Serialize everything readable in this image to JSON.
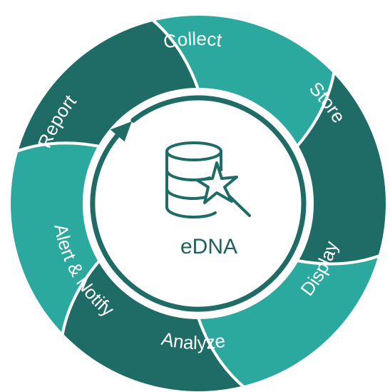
{
  "cycle": {
    "center_label": "eDNA",
    "center_icon": "database-sparkle-icon",
    "segments": [
      {
        "label": "Collect",
        "color": "#1f6b66"
      },
      {
        "label": "Store",
        "color": "#2ba99f"
      },
      {
        "label": "Display",
        "color": "#1f6b66"
      },
      {
        "label": "Analyze",
        "color": "#2ba99f"
      },
      {
        "label": "Alert & Notify",
        "color": "#1f6b66"
      },
      {
        "label": "Report",
        "color": "#2ba99f"
      }
    ],
    "colors": {
      "dark_teal": "#1f6b66",
      "light_teal": "#2ba99f",
      "icon": "#1f6b66",
      "arrow": "#1f6b66"
    }
  }
}
